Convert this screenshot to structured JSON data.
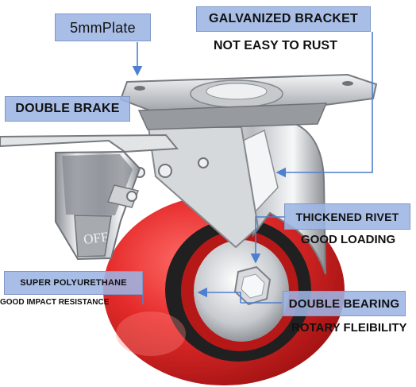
{
  "labels": {
    "plate": "5mmPlate",
    "bracket": "GALVANIZED BRACKET",
    "rust": "NOT EASY TO RUST",
    "brake": "DOUBLE BRAKE",
    "rivet": "THICKENED RIVET",
    "loading": "GOOD LOADING",
    "polyurethane": "SUPER POLYURETHANE",
    "impact": "GOOD IMPACT RESISTANCE",
    "bearing": "DOUBLE BEARING",
    "rotary": "ROTARY FLEIBILITY",
    "brake_pedal_marking": "OFF"
  },
  "colors": {
    "callout_box": "#9db5e4",
    "callout_line": "#4f7fd0",
    "wheel_red": "#e52b2b",
    "steel": "#c9ccd0"
  }
}
